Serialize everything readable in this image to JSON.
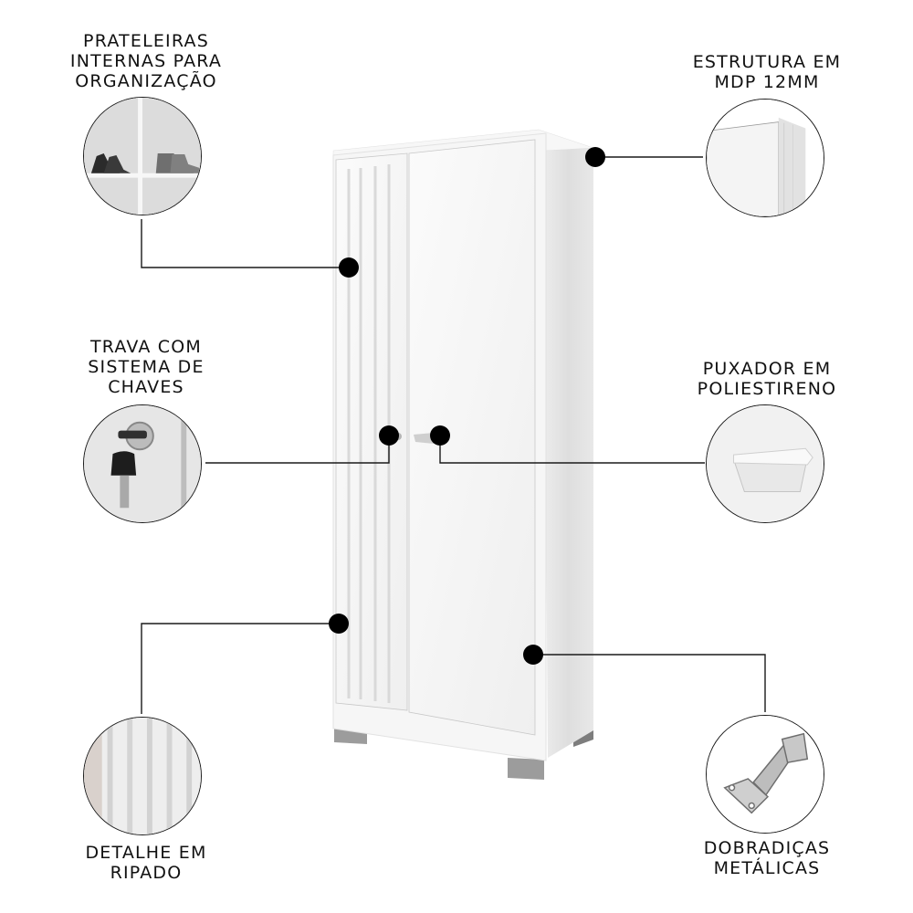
{
  "title": "Armário com 2 portas - detalhes do produto",
  "callouts": [
    {
      "id": "shelves",
      "lines": [
        "PRATELEIRAS",
        "INTERNAS PARA",
        "ORGANIZAÇÃO"
      ],
      "image": "shelves-with-shoes"
    },
    {
      "id": "structure",
      "lines": [
        "ESTRUTURA EM",
        "MDP 12MM"
      ],
      "image": "cabinet-corner"
    },
    {
      "id": "lock",
      "lines": [
        "TRAVA COM",
        "SISTEMA DE",
        "CHAVES"
      ],
      "image": "lock-with-key"
    },
    {
      "id": "handle",
      "lines": [
        "PUXADOR EM",
        "POLIESTIRENO"
      ],
      "image": "handle"
    },
    {
      "id": "slatted",
      "lines": [
        "DETALHE EM",
        "RIPADO"
      ],
      "image": "slatted-panel"
    },
    {
      "id": "hinges",
      "lines": [
        "DOBRADIÇAS",
        "METÁLICAS"
      ],
      "image": "metal-hinge"
    }
  ],
  "colors": {
    "cabinet_white": "#f4f4f4",
    "cabinet_side": "#e4e4e4",
    "feet": "#9a9a9a",
    "marker": "#000000",
    "line": "#1a1a1a"
  }
}
